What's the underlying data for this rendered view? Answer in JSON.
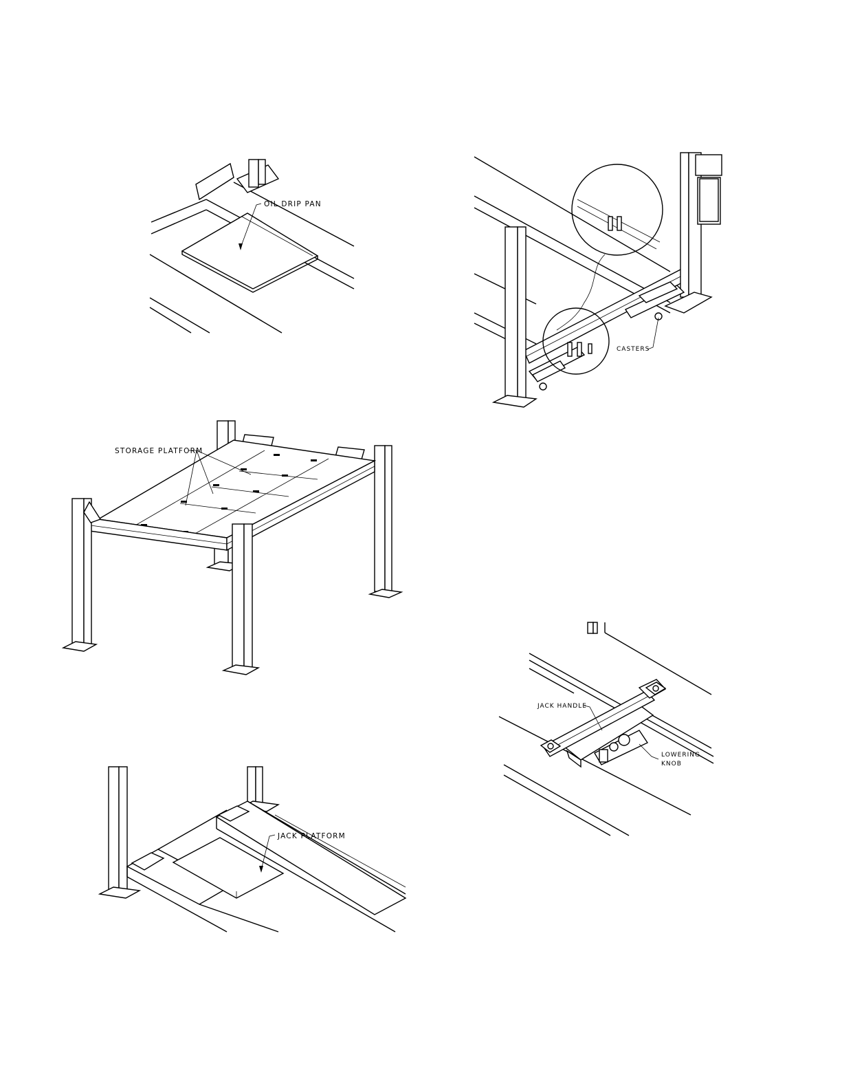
{
  "labels": {
    "oil_drip_pan": "OIL  DRIP  PAN",
    "storage_platform": "STORAGE  PLATFORM",
    "jack_platform": "JACK  PLATFORM",
    "casters": "CASTERS",
    "jack_handle": "JACK  HANDLE",
    "lowering_line1": "LOWERING",
    "lowering_line2": "KNOB"
  }
}
